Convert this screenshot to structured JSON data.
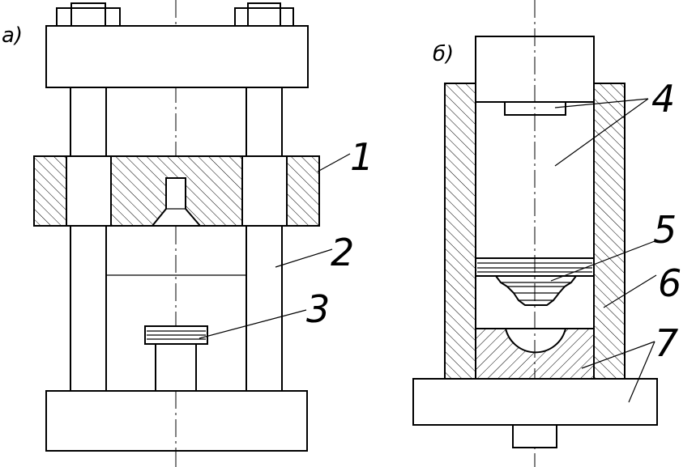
{
  "labels": {
    "view_a": "а)",
    "view_b": "б)",
    "n1": "1",
    "n2": "2",
    "n3": "3",
    "n4": "4",
    "n5": "5",
    "n6": "6",
    "n7": "7"
  }
}
